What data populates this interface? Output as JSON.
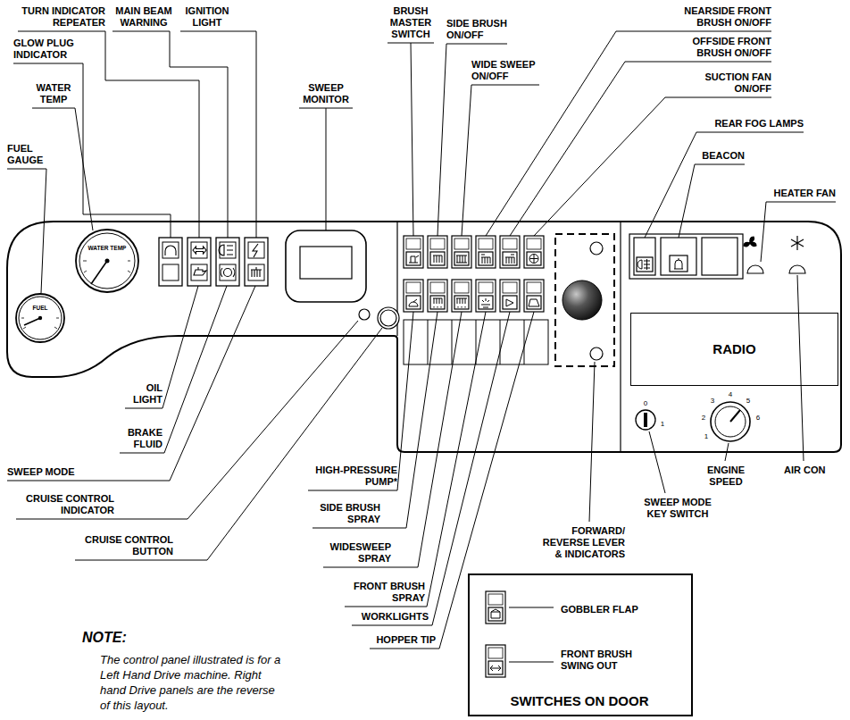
{
  "diagram": {
    "nodes": [
      {
        "text": [
          "WATER TEMP"
        ]
      },
      {
        "text": [
          "FUEL"
        ]
      },
      {
        "text": [
          "RADIO"
        ]
      },
      {
        "text": [
          "GOBBLER FLAP",
          "FRONT BRUSH SWING OUT",
          "SWITCHES ON DOOR"
        ]
      }
    ],
    "labels": [
      "TURN INDICATOR REPEATER",
      "MAIN BEAM WARNING",
      "IGNITION LIGHT",
      "GLOW PLUG INDICATOR",
      "WATER TEMP",
      "FUEL GAUGE",
      "SWEEP MONITOR",
      "BRUSH MASTER SWITCH",
      "SIDE BRUSH ON/OFF",
      "WIDE SWEEP ON/OFF",
      "NEARSIDE FRONT BRUSH ON/OFF",
      "OFFSIDE FRONT BRUSH ON/OFF",
      "SUCTION FAN ON/OFF",
      "REAR FOG LAMPS",
      "BEACON",
      "HEATER FAN",
      "OIL LIGHT",
      "BRAKE FLUID",
      "SWEEP MODE",
      "CRUISE CONTROL INDICATOR",
      "CRUISE CONTROL BUTTON",
      "HIGH-PRESSURE PUMP*",
      "SIDE BRUSH SPRAY",
      "WIDESWEEP SPRAY",
      "FRONT BRUSH SPRAY",
      "WORKLIGHTS",
      "HOPPER TIP",
      "FORWARD/ REVERSE LEVER & INDICATORS",
      "ENGINE SPEED",
      "SWEEP MODE KEY SWITCH",
      "AIR CON",
      "0",
      "1",
      "1",
      "2",
      "3",
      "4",
      "5",
      "6",
      "NOTE:",
      "The control panel illustrated is for a Left Hand Drive machine. Right hand Drive panels are the reverse of this layout."
    ]
  }
}
